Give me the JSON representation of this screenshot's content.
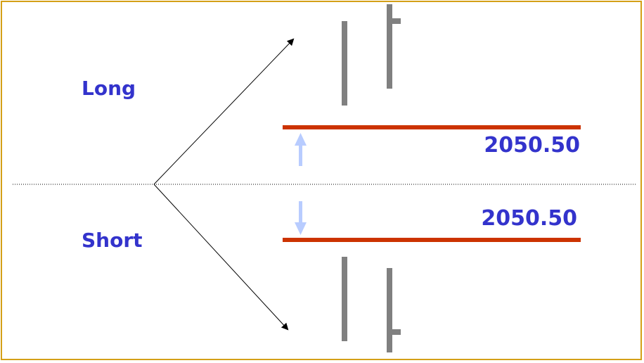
{
  "diagram": {
    "labels": {
      "long": "Long",
      "short": "Short"
    },
    "long_entry": {
      "price_label": "2050.50",
      "direction": "up"
    },
    "short_entry": {
      "price_label": "2050.50",
      "direction": "down"
    },
    "colors": {
      "text": "#3333CC",
      "entry_line": "#CC3300",
      "bars": "#808080",
      "direction_arrow": "#B8CCFF",
      "frame": "#D4A017",
      "connector": "#000000"
    },
    "bars_above": [
      {
        "type": "plain-bar"
      },
      {
        "type": "bar-with-open-tick-right-top"
      }
    ],
    "bars_below": [
      {
        "type": "plain-bar"
      },
      {
        "type": "bar-with-close-tick-right-bottom"
      }
    ]
  }
}
